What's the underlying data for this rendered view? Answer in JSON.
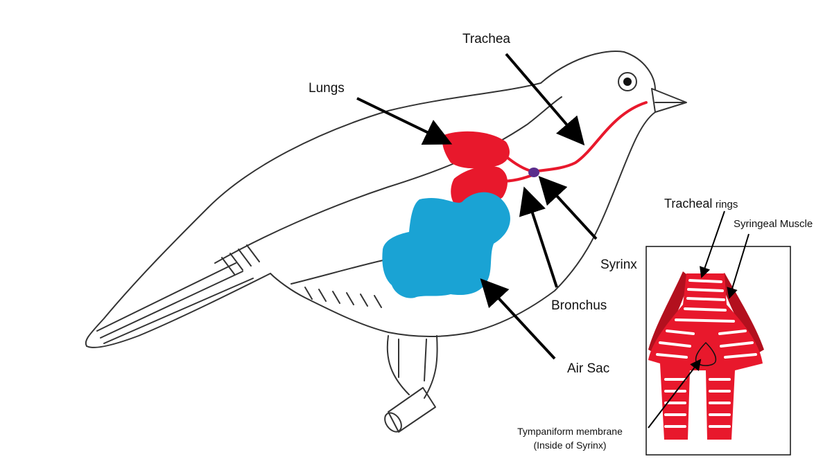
{
  "labels": {
    "trachea": "Trachea",
    "lungs": "Lungs",
    "syrinx": "Syrinx",
    "bronchus": "Bronchus",
    "air_sac": "Air Sac",
    "tracheal_main": "Tracheal",
    "tracheal_rings": "rings",
    "syringeal_muscle": "Syringeal Muscle",
    "tympaniform_line1": "Tympaniform membrane",
    "tympaniform_line2": "(Inside of Syrinx)"
  },
  "colors": {
    "organ_red": "#e8182c",
    "air_sac_blue": "#1aa3d4",
    "syrinx_purple": "#5a2d8c",
    "outline": "#333333",
    "arrow": "#000000"
  }
}
